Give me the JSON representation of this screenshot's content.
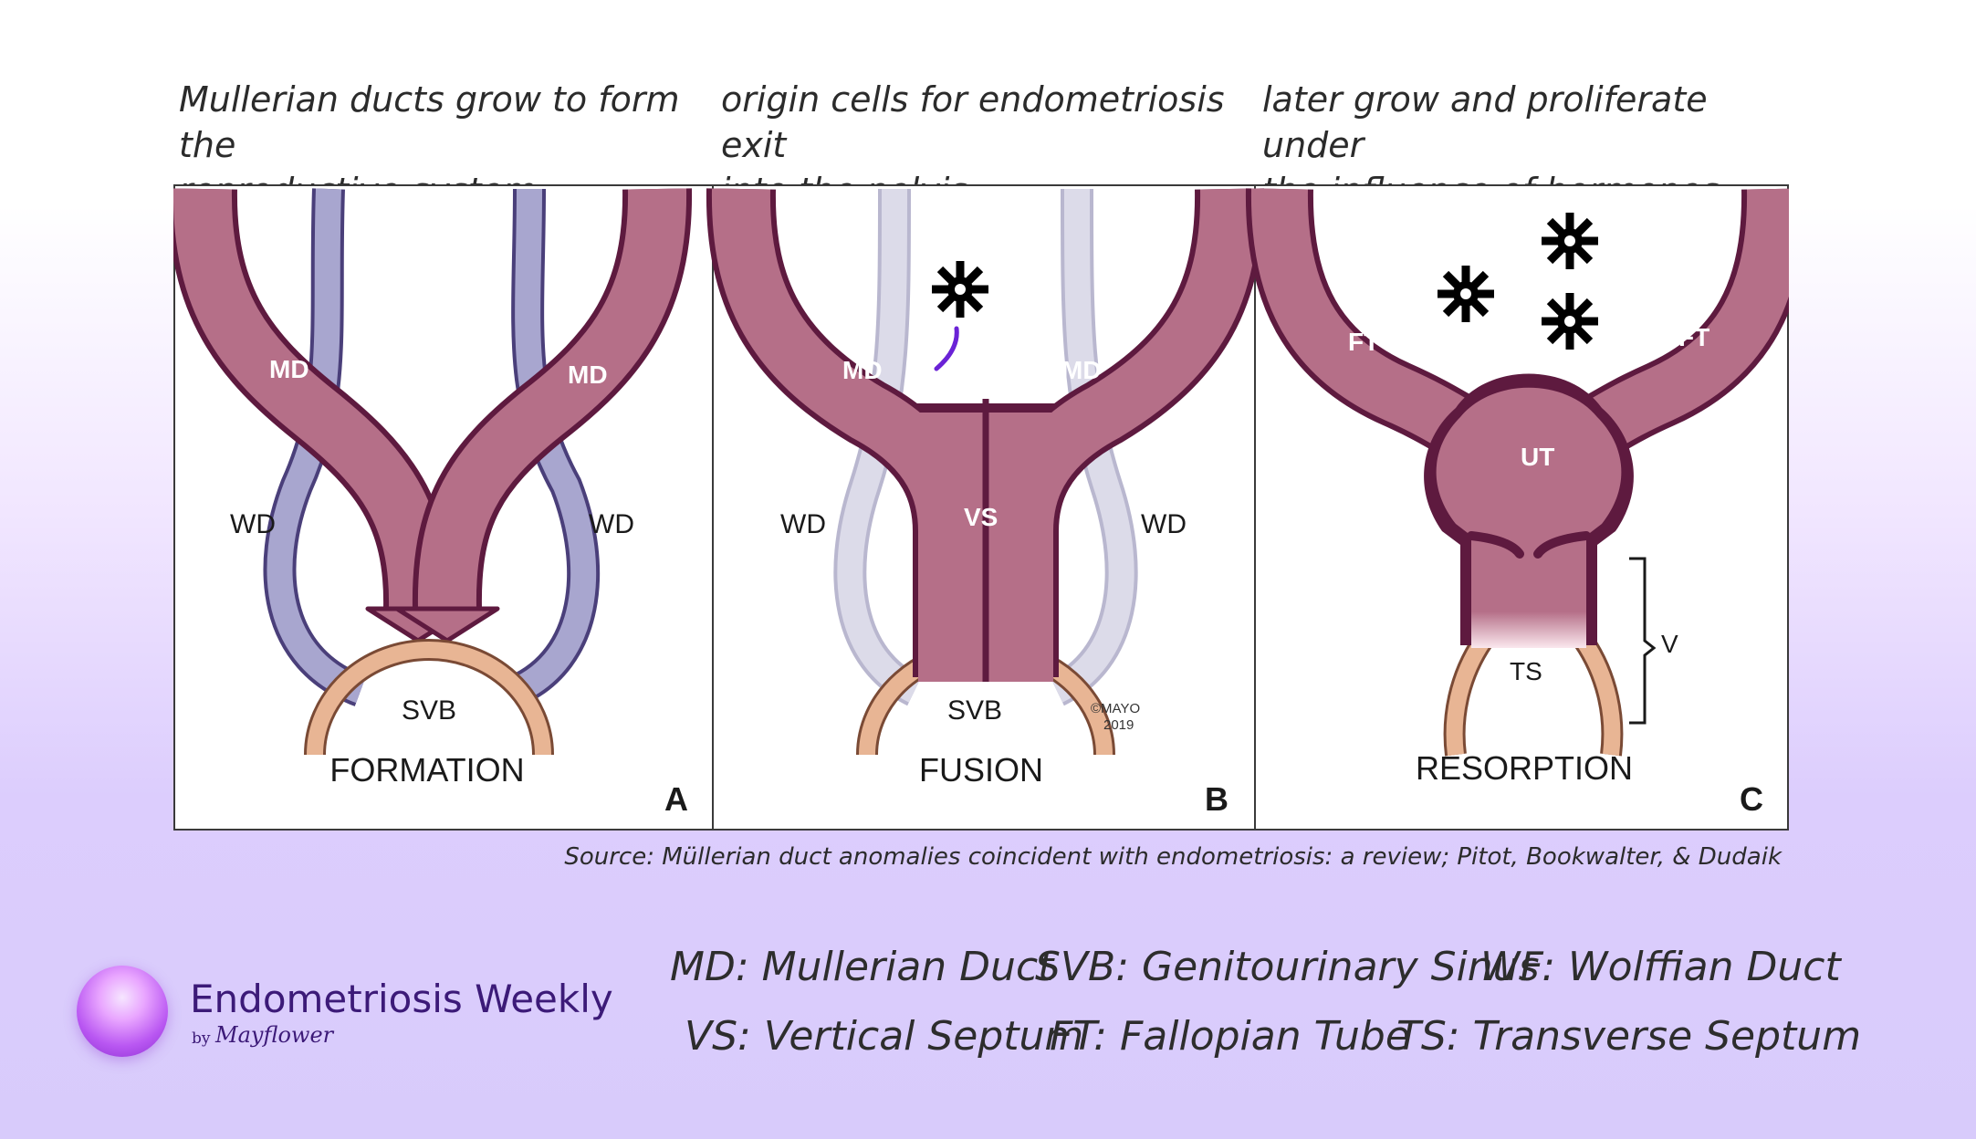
{
  "captions": {
    "a": "Mullerian ducts grow to form the\nreproductive system",
    "b": "origin cells for endometriosis exit\ninto the pelvis",
    "c": "later grow and proliferate under\nthe influence of hormones"
  },
  "panels": {
    "a": {
      "md_left": "MD",
      "md_right": "MD",
      "wd_left": "WD",
      "wd_right": "WD",
      "svb": "SVB",
      "title": "FORMATION",
      "letter": "A"
    },
    "b": {
      "md_left": "MD",
      "md_right": "MD",
      "wd_left": "WD",
      "wd_right": "WD",
      "vs": "VS",
      "svb": "SVB",
      "copyright_1": "©MAYO",
      "copyright_2": "2019",
      "title": "FUSION",
      "letter": "B"
    },
    "c": {
      "ft_left": "FT",
      "ft_right": "FT",
      "ut": "UT",
      "v": "V",
      "ts": "TS",
      "title": "RESORPTION",
      "letter": "C"
    }
  },
  "source": "Source: Müllerian duct anomalies coincident with endometriosis: a review; Pitot, Bookwalter, & Dudaik",
  "legend": {
    "md": "MD: Mullerian Duct",
    "svb": "SVB: Genitourinary Sinus",
    "wf": "WF: Wolffian Duct",
    "vs": "VS: Vertical Septum",
    "ft": "FT: Fallopian Tube",
    "ts": "TS: Transverse Septum"
  },
  "logo": {
    "title": "Endometriosis Weekly",
    "by": "by",
    "brand": "Mayflower"
  },
  "colors": {
    "duct_fill": "#b56f88",
    "duct_outline": "#5e1a3f",
    "wolffian_a": "#a8a6cf",
    "wolffian_b": "#dcdbe9",
    "svb": "#e8b594",
    "accent": "#3c1a78"
  }
}
